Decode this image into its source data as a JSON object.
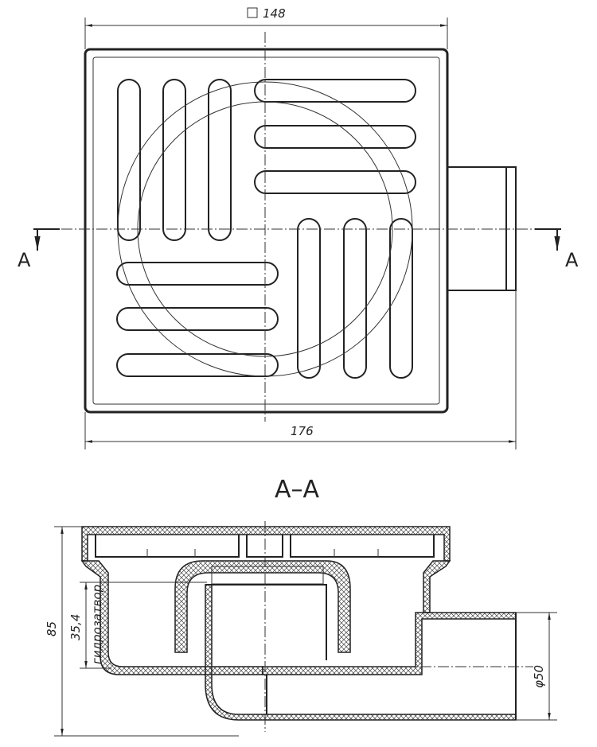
{
  "top_view": {
    "grate_size_label": "148",
    "overall_width_label": "176",
    "section_mark_left": "A",
    "section_mark_right": "A"
  },
  "section_view": {
    "title": "A–A",
    "height_label": "85",
    "water_seal_value": "35,4",
    "water_seal_label": "гидрозатвор",
    "outlet_diameter_label": "φ50"
  }
}
